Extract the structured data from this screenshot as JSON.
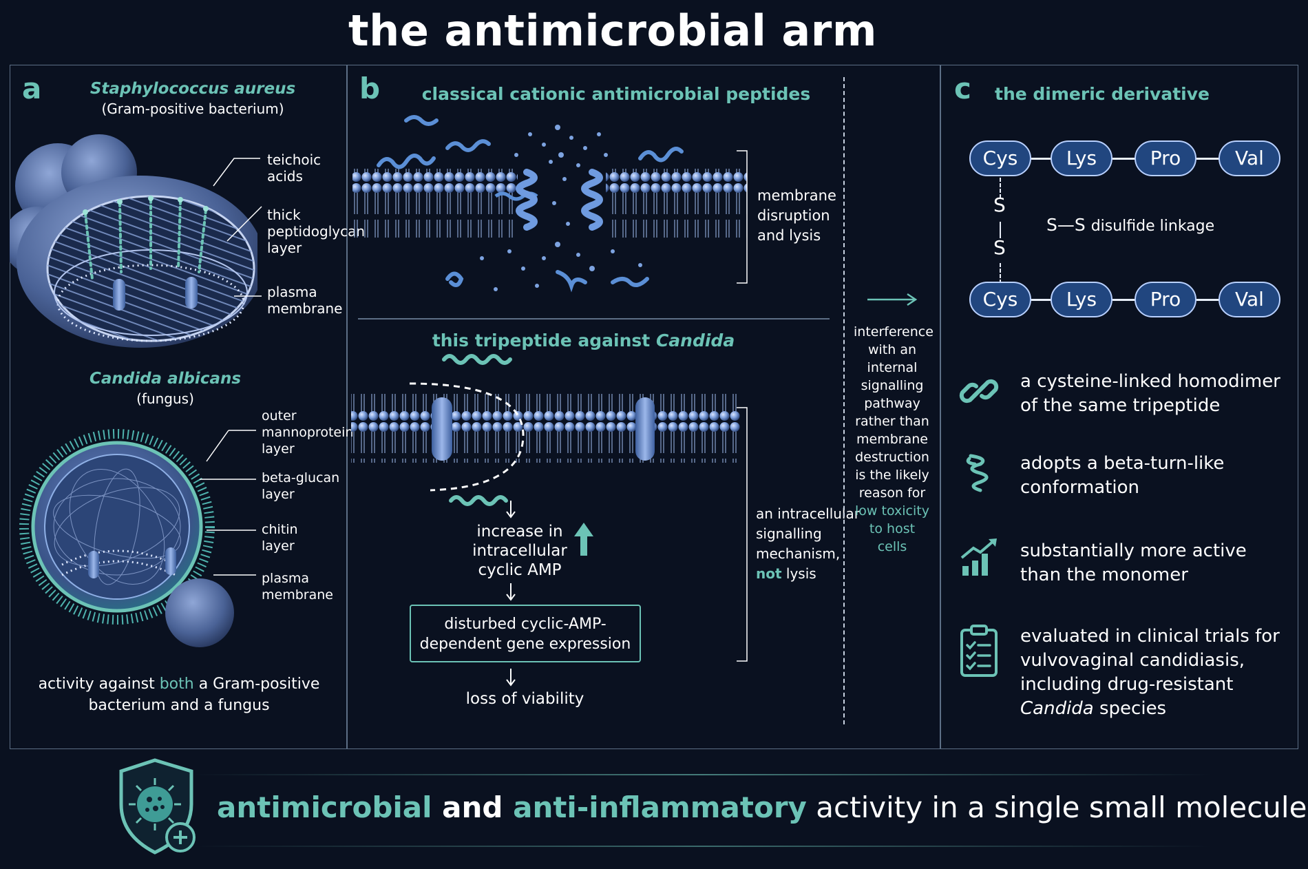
{
  "title": "the antimicrobial arm",
  "panel_a": {
    "label": "a",
    "bacterium": {
      "name": "Staphylococcus aureus",
      "sub": "(Gram-positive bacterium)",
      "labels": [
        [
          "teichoic",
          "acids"
        ],
        [
          "thick",
          "peptidoglycan",
          "layer"
        ],
        [
          "plasma",
          "membrane"
        ]
      ]
    },
    "fungus": {
      "name": "Candida albicans",
      "sub": "(fungus)",
      "labels": [
        [
          "outer",
          "mannoprotein",
          "layer"
        ],
        [
          "beta-glucan",
          "layer"
        ],
        [
          "chitin",
          "layer"
        ],
        [
          "plasma",
          "membrane"
        ]
      ]
    },
    "caption_pre": "activity against ",
    "caption_em": "both",
    "caption_post": " a Gram-positive",
    "caption_line2": "bacterium and a fungus"
  },
  "panel_b": {
    "label": "b",
    "top_heading": "classical cationic antimicrobial peptides",
    "top_label": [
      "membrane",
      "disruption",
      "and lysis"
    ],
    "bottom_heading_pre": "this tripeptide against ",
    "bottom_heading_em": "Candida",
    "step1": [
      "increase in",
      "intracellular",
      "cyclic AMP"
    ],
    "step2": [
      "disturbed cyclic-AMP-",
      "dependent gene expression"
    ],
    "step3": "loss of viability",
    "side_label": [
      "an intracellular",
      "signalling",
      "mechanism,"
    ],
    "side_label_em": "not",
    "side_label_end": " lysis",
    "interference": [
      "interference",
      "with an",
      "internal",
      "signalling",
      "pathway",
      "rather than",
      "membrane",
      "destruction",
      "is the likely",
      "reason for"
    ],
    "interference_teal": [
      "low toxicity",
      "to host cells"
    ]
  },
  "panel_c": {
    "label": "c",
    "heading": "the dimeric derivative",
    "chain1": [
      "Cys",
      "Lys",
      "Pro",
      "Val"
    ],
    "chain2": [
      "Cys",
      "Lys",
      "Pro",
      "Val"
    ],
    "bond_s": "S",
    "linkage_label": "S—S",
    "linkage_text": "disulfide linkage",
    "features": [
      {
        "icon": "chain-link-icon",
        "lines": [
          "a cysteine-linked homodimer",
          "of the same tripeptide"
        ]
      },
      {
        "icon": "helix-icon",
        "lines": [
          "adopts a beta-turn-like",
          "conformation"
        ]
      },
      {
        "icon": "growth-chart-icon",
        "lines": [
          "substantially more active",
          "than the monomer"
        ]
      },
      {
        "icon": "clipboard-icon",
        "lines": [
          "evaluated in clinical trials for",
          "vulvovaginal candidiasis,",
          "including drug-resistant"
        ],
        "em": "Candida",
        "em_post": " species"
      }
    ]
  },
  "footer": {
    "part1": "antimicrobial",
    "part2": " and ",
    "part3": "anti-inflammatory",
    "part4": " activity in a single small molecule"
  },
  "colors": {
    "background": "#0a1120",
    "accent": "#6cc3b6",
    "pill": "#21467f",
    "membrane": "#5b7ec0"
  }
}
